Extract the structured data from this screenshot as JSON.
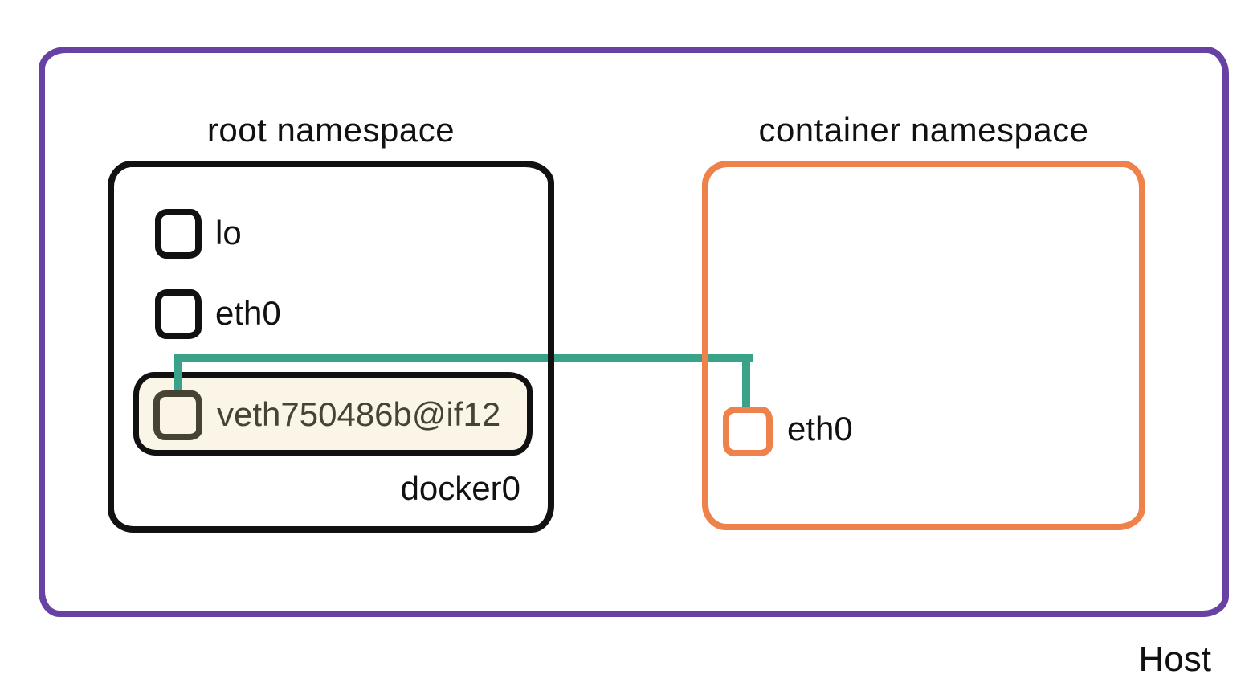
{
  "diagram": {
    "host": {
      "label": "Host"
    },
    "root_namespace": {
      "title": "root namespace",
      "bridge_label": "docker0",
      "interfaces": [
        {
          "label": "lo"
        },
        {
          "label": "eth0"
        },
        {
          "label": "veth750486b@if12",
          "highlighted": true
        }
      ]
    },
    "container_namespace": {
      "title": "container namespace",
      "interfaces": [
        {
          "label": "eth0"
        }
      ]
    },
    "link": {
      "type": "veth-pair",
      "connects": [
        "veth750486b@if12",
        "eth0"
      ]
    },
    "colors": {
      "host_border": "#6742a4",
      "root_namespace_border": "#111111",
      "container_namespace_border": "#ef814a",
      "veth_link": "#3ba28a",
      "highlight_background": "#faf5e6",
      "highlight_foreground": "#474334"
    }
  }
}
